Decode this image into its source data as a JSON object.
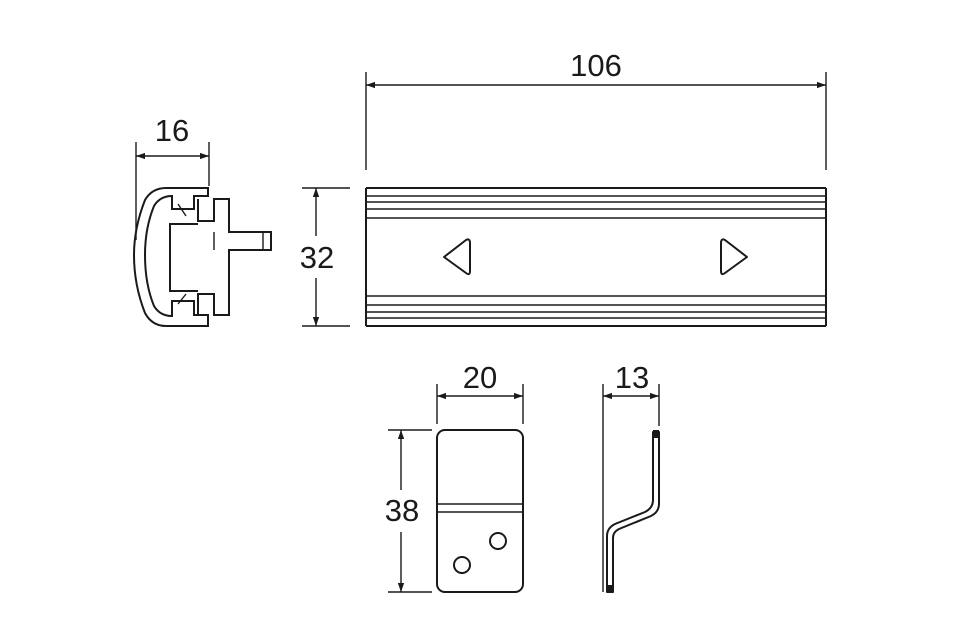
{
  "dimensions": {
    "profile_width": "16",
    "length": "106",
    "height": "32",
    "bracket_width": "20",
    "bracket_height": "38",
    "bracket_offset": "13"
  },
  "colors": {
    "line": "#1a1a1a",
    "background": "#ffffff"
  }
}
